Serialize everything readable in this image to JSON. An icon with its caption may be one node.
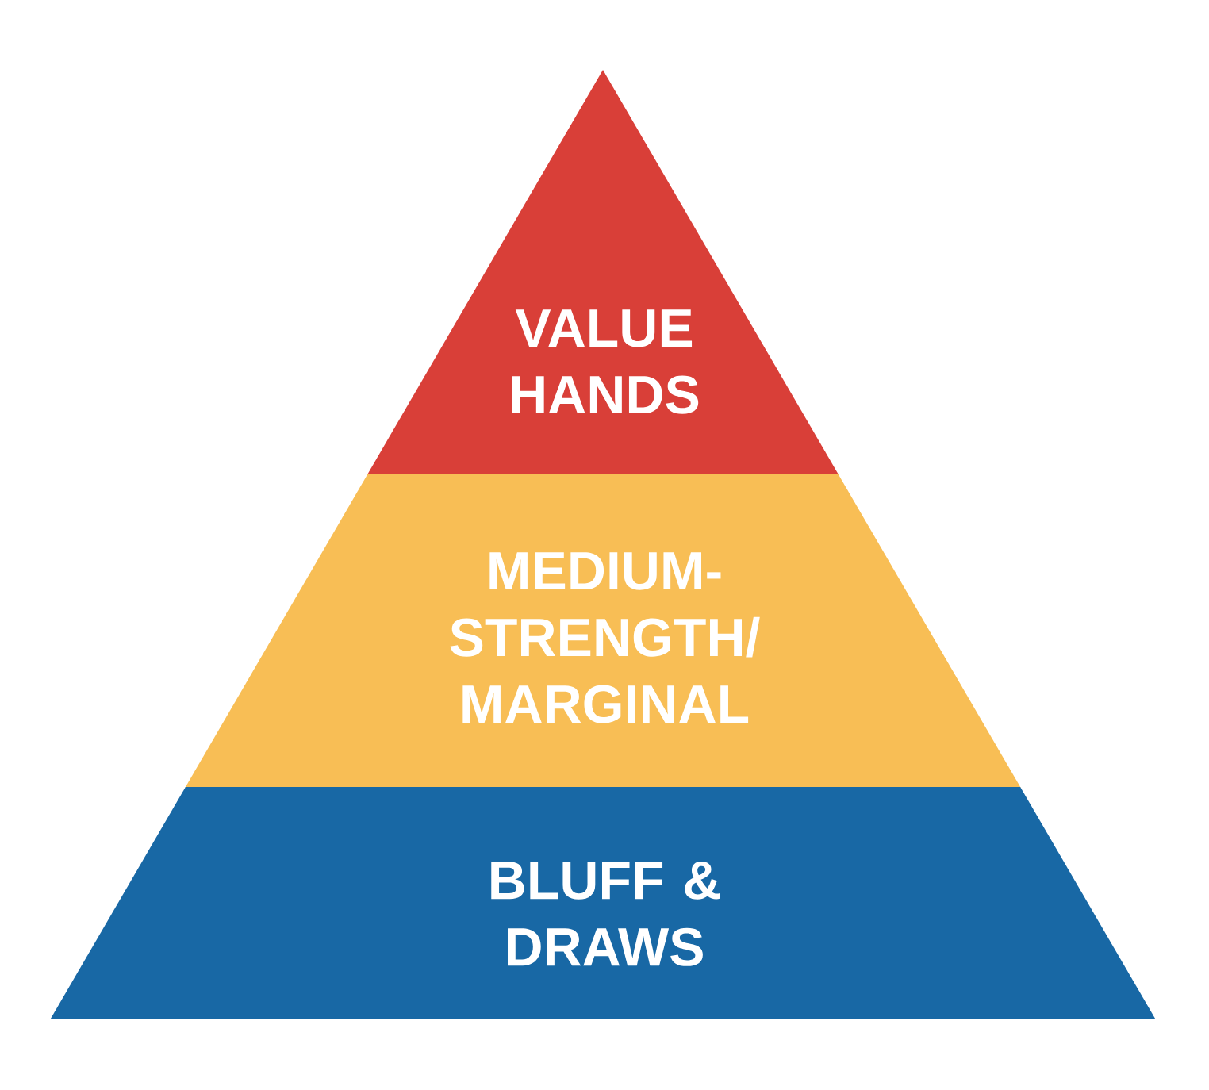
{
  "diagram": {
    "nodes": [
      {
        "text": [
          "VALUE HANDS"
        ]
      },
      {
        "text": [
          "MEDIUM- STRENGTH/ MARGINAL"
        ]
      },
      {
        "text": [
          "BLUFF & DRAWS"
        ]
      }
    ]
  }
}
